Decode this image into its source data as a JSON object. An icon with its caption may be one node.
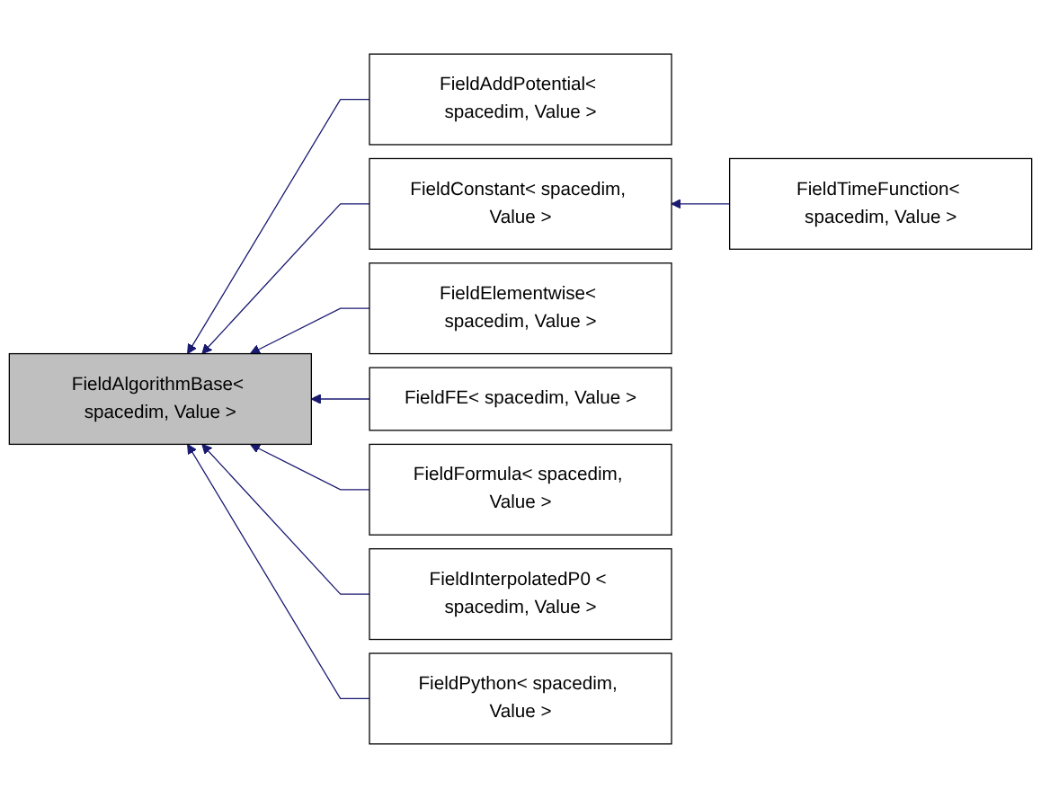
{
  "diagram": {
    "nodes": [
      {
        "text": [
          "FieldAlgorithmBase< spacedim, Value >"
        ]
      },
      {
        "text": [
          "FieldAddPotential< spacedim, Value >"
        ]
      },
      {
        "text": [
          "FieldConstant< spacedim, Value >"
        ]
      },
      {
        "text": [
          "FieldTimeFunction< spacedim, Value >"
        ]
      },
      {
        "text": [
          "FieldElementwise< spacedim, Value >"
        ]
      },
      {
        "text": [
          "FieldFE< spacedim, Value >"
        ]
      },
      {
        "text": [
          "FieldFormula< spacedim, Value >"
        ]
      },
      {
        "text": [
          "FieldInterpolatedP0 < spacedim, Value >"
        ]
      },
      {
        "text": [
          "FieldPython< spacedim, Value >"
        ]
      }
    ],
    "edges": [
      {
        "from": 1,
        "to": 0,
        "arrow": "to"
      },
      {
        "from": 2,
        "to": 0,
        "arrow": "to"
      },
      {
        "from": 3,
        "to": 2,
        "arrow": "to"
      },
      {
        "from": 4,
        "to": 0,
        "arrow": "to"
      },
      {
        "from": 5,
        "to": 0,
        "arrow": "to"
      },
      {
        "from": 6,
        "to": 0,
        "arrow": "to"
      },
      {
        "from": 7,
        "to": 0,
        "arrow": "to"
      },
      {
        "from": 8,
        "to": 0,
        "arrow": "to"
      }
    ]
  }
}
